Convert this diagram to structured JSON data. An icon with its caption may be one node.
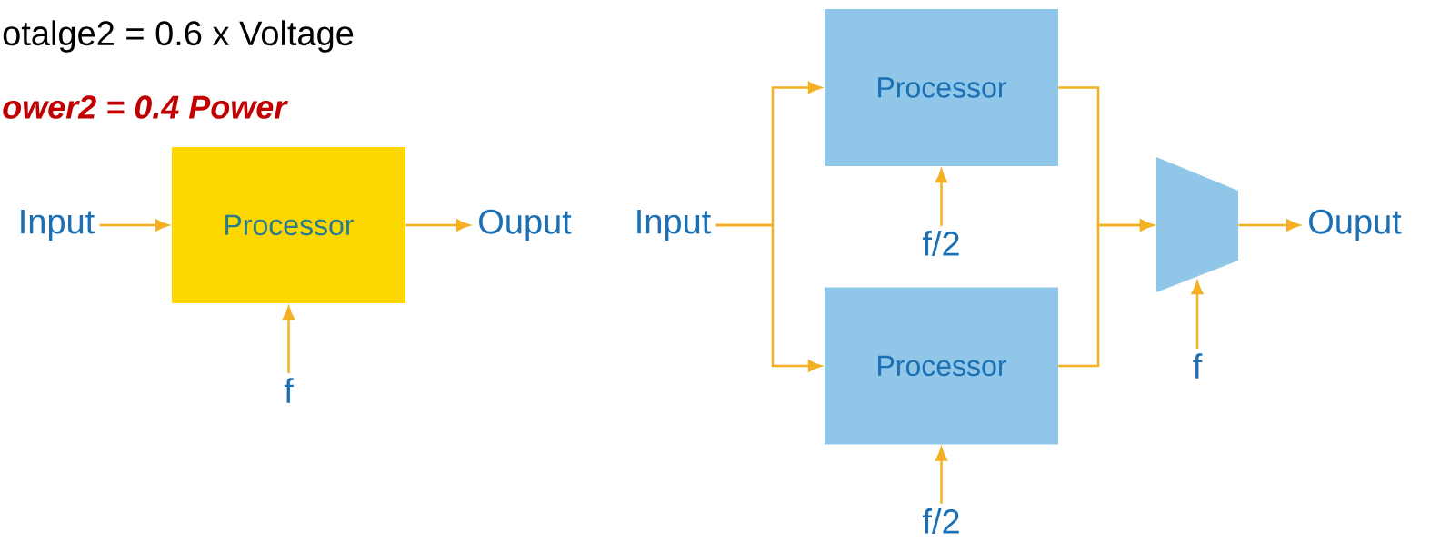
{
  "diagram": {
    "nodes": [
      {
        "text": [
          "Input"
        ]
      },
      {
        "text": [
          "Processor"
        ]
      },
      {
        "text": [
          "Ouput"
        ]
      },
      {
        "text": [
          "f"
        ]
      },
      {
        "text": [
          "Input"
        ]
      },
      {
        "text": [
          "Processor"
        ]
      },
      {
        "text": [
          "f/2"
        ]
      },
      {
        "text": [
          "Processor"
        ]
      },
      {
        "text": [
          "f/2"
        ]
      },
      {
        "text": [],
        "shape": "trapezoid"
      },
      {
        "text": [
          "f"
        ]
      },
      {
        "text": [
          "Ouput"
        ]
      }
    ],
    "edges": [
      {
        "from": 0,
        "to": 1,
        "arrow": "to"
      },
      {
        "from": 1,
        "to": 2,
        "arrow": "to"
      },
      {
        "from": 3,
        "to": 1,
        "arrow": "to"
      },
      {
        "from": 4,
        "to": 5,
        "arrow": "to"
      },
      {
        "from": 4,
        "to": 7,
        "arrow": "to"
      },
      {
        "from": 6,
        "to": 5,
        "arrow": "to"
      },
      {
        "from": 8,
        "to": 7,
        "arrow": "to"
      },
      {
        "from": 5,
        "to": 9,
        "arrow": "to"
      },
      {
        "from": 7,
        "to": 9,
        "arrow": "to"
      },
      {
        "from": 10,
        "to": 9,
        "arrow": "to"
      },
      {
        "from": 9,
        "to": 11,
        "arrow": "to"
      }
    ],
    "labels": [
      "otalge2 = 0.6 x Voltage",
      "ower2 = 0.4 Power"
    ]
  }
}
